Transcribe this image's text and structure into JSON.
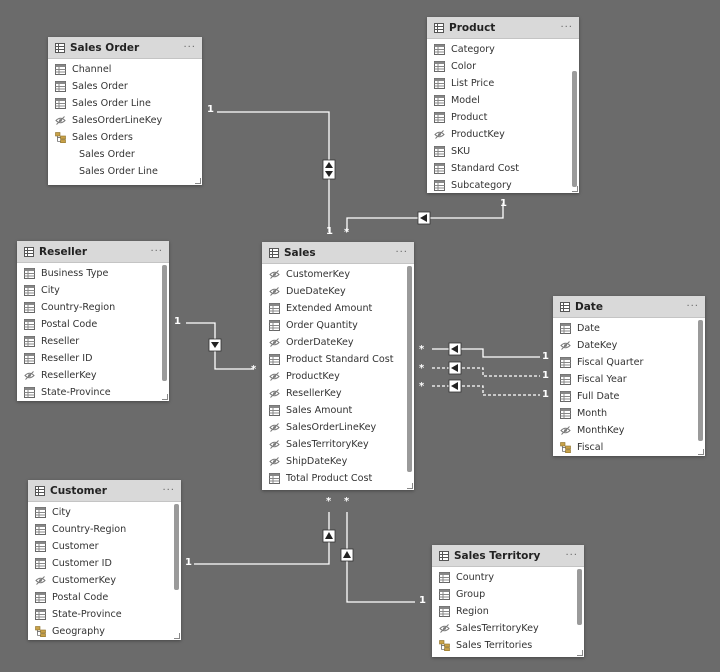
{
  "tables": {
    "sales_order": {
      "title": "Sales Order",
      "more": "···",
      "fields": [
        {
          "label": "Channel",
          "icon": "column"
        },
        {
          "label": "Sales Order",
          "icon": "column"
        },
        {
          "label": "Sales Order Line",
          "icon": "column"
        },
        {
          "label": "SalesOrderLineKey",
          "icon": "hidden"
        },
        {
          "label": "Sales Orders",
          "icon": "hierarchy"
        },
        {
          "label": "Sales Order",
          "icon": "sub"
        },
        {
          "label": "Sales Order Line",
          "icon": "sub"
        }
      ]
    },
    "product": {
      "title": "Product",
      "more": "···",
      "fields": [
        {
          "label": "Category",
          "icon": "column"
        },
        {
          "label": "Color",
          "icon": "column"
        },
        {
          "label": "List Price",
          "icon": "column"
        },
        {
          "label": "Model",
          "icon": "column"
        },
        {
          "label": "Product",
          "icon": "column"
        },
        {
          "label": "ProductKey",
          "icon": "hidden"
        },
        {
          "label": "SKU",
          "icon": "column"
        },
        {
          "label": "Standard Cost",
          "icon": "column"
        },
        {
          "label": "Subcategory",
          "icon": "column"
        }
      ]
    },
    "reseller": {
      "title": "Reseller",
      "more": "···",
      "fields": [
        {
          "label": "Business Type",
          "icon": "column"
        },
        {
          "label": "City",
          "icon": "column"
        },
        {
          "label": "Country-Region",
          "icon": "column"
        },
        {
          "label": "Postal Code",
          "icon": "column"
        },
        {
          "label": "Reseller",
          "icon": "column"
        },
        {
          "label": "Reseller ID",
          "icon": "column"
        },
        {
          "label": "ResellerKey",
          "icon": "hidden"
        },
        {
          "label": "State-Province",
          "icon": "column"
        }
      ]
    },
    "sales": {
      "title": "Sales",
      "more": "···",
      "fields": [
        {
          "label": "CustomerKey",
          "icon": "hidden"
        },
        {
          "label": "DueDateKey",
          "icon": "hidden"
        },
        {
          "label": "Extended Amount",
          "icon": "column"
        },
        {
          "label": "Order Quantity",
          "icon": "column"
        },
        {
          "label": "OrderDateKey",
          "icon": "hidden"
        },
        {
          "label": "Product Standard Cost",
          "icon": "column"
        },
        {
          "label": "ProductKey",
          "icon": "hidden"
        },
        {
          "label": "ResellerKey",
          "icon": "hidden"
        },
        {
          "label": "Sales Amount",
          "icon": "column"
        },
        {
          "label": "SalesOrderLineKey",
          "icon": "hidden"
        },
        {
          "label": "SalesTerritoryKey",
          "icon": "hidden"
        },
        {
          "label": "ShipDateKey",
          "icon": "hidden"
        },
        {
          "label": "Total Product Cost",
          "icon": "column"
        }
      ]
    },
    "date": {
      "title": "Date",
      "more": "···",
      "fields": [
        {
          "label": "Date",
          "icon": "column"
        },
        {
          "label": "DateKey",
          "icon": "hidden"
        },
        {
          "label": "Fiscal Quarter",
          "icon": "column"
        },
        {
          "label": "Fiscal Year",
          "icon": "column"
        },
        {
          "label": "Full Date",
          "icon": "column"
        },
        {
          "label": "Month",
          "icon": "column"
        },
        {
          "label": "MonthKey",
          "icon": "hidden"
        },
        {
          "label": "Fiscal",
          "icon": "hierarchy"
        }
      ]
    },
    "customer": {
      "title": "Customer",
      "more": "···",
      "fields": [
        {
          "label": "City",
          "icon": "column"
        },
        {
          "label": "Country-Region",
          "icon": "column"
        },
        {
          "label": "Customer",
          "icon": "column"
        },
        {
          "label": "Customer ID",
          "icon": "column"
        },
        {
          "label": "CustomerKey",
          "icon": "hidden"
        },
        {
          "label": "Postal Code",
          "icon": "column"
        },
        {
          "label": "State-Province",
          "icon": "column"
        },
        {
          "label": "Geography",
          "icon": "hierarchy"
        }
      ]
    },
    "sales_territory": {
      "title": "Sales Territory",
      "more": "···",
      "fields": [
        {
          "label": "Country",
          "icon": "column"
        },
        {
          "label": "Group",
          "icon": "column"
        },
        {
          "label": "Region",
          "icon": "column"
        },
        {
          "label": "SalesTerritoryKey",
          "icon": "hidden"
        },
        {
          "label": "Sales Territories",
          "icon": "hierarchy"
        }
      ]
    }
  },
  "cardinality": {
    "one": "1",
    "many": "*"
  },
  "colors": {
    "canvas": "#6b6b6b",
    "line": "#ffffff",
    "header": "#d9d9d9",
    "hierarchy": "#c8a24a"
  }
}
